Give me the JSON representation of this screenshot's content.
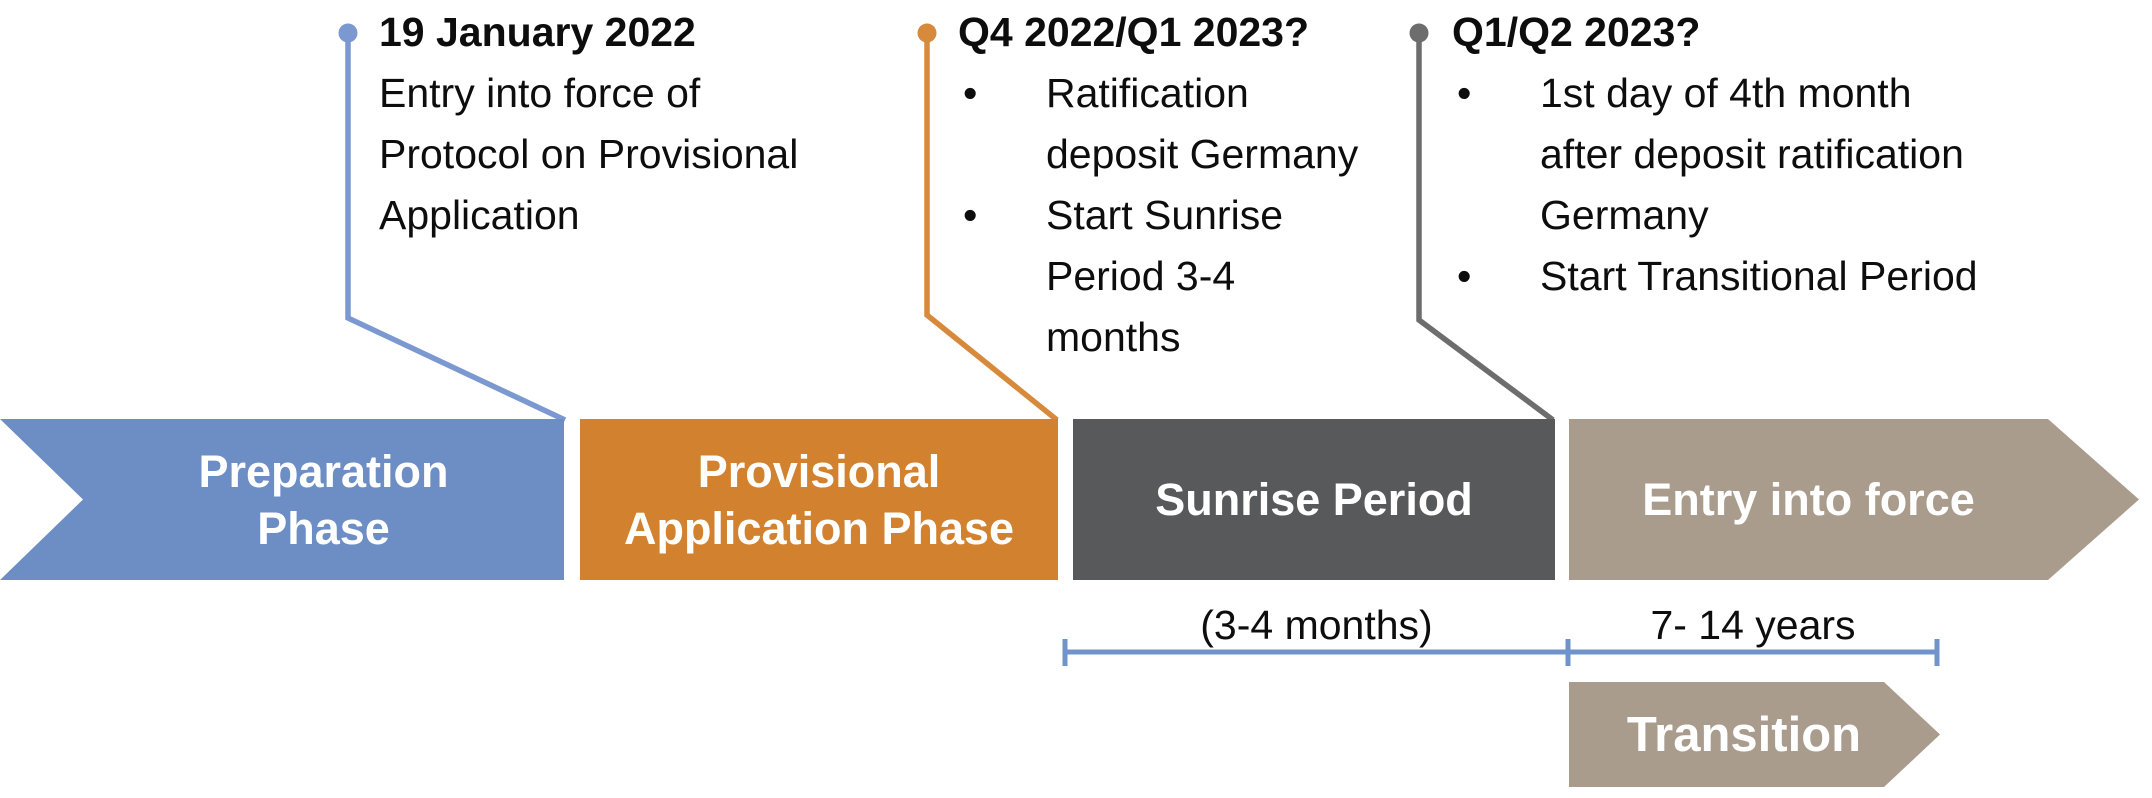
{
  "colors": {
    "blue_bar": "#6D8EC4",
    "blue_connector": "#7B99D0",
    "orange_bar": "#D2812E",
    "orange_connector": "#D78A3C",
    "dark_gray_bar": "#58595A",
    "gray_connector": "#6D6D6D",
    "tan_bar": "#A99C8D",
    "bracket_blue": "#7193CC",
    "body_text": "#0D0D0D",
    "bar_label_text": "#FFFFFF"
  },
  "bullet_glyph": "•",
  "callouts": [
    {
      "date": "19 January 2022",
      "lines": [
        "Entry into force of",
        "Protocol on Provisional",
        "Application"
      ]
    },
    {
      "date": "Q4 2022/Q1 2023?",
      "bullets": [
        {
          "lines": [
            "Ratification",
            "deposit Germany"
          ]
        },
        {
          "lines": [
            "Start Sunrise",
            "Period 3-4",
            "months"
          ]
        }
      ]
    },
    {
      "date": "Q1/Q2 2023?",
      "bullets": [
        {
          "lines": [
            "1st day of 4th month",
            "after deposit ratification",
            "Germany"
          ]
        },
        {
          "lines": [
            "Start Transitional Period"
          ]
        }
      ]
    }
  ],
  "phases": [
    {
      "lines": [
        "Preparation",
        "Phase"
      ]
    },
    {
      "lines": [
        "Provisional",
        "Application Phase"
      ]
    },
    {
      "lines": [
        "Sunrise Period"
      ]
    },
    {
      "lines": [
        "Entry into force"
      ]
    }
  ],
  "durations": {
    "sunrise": "(3-4 months)",
    "entry": "7- 14 years"
  },
  "transition": {
    "label": "Transition"
  }
}
